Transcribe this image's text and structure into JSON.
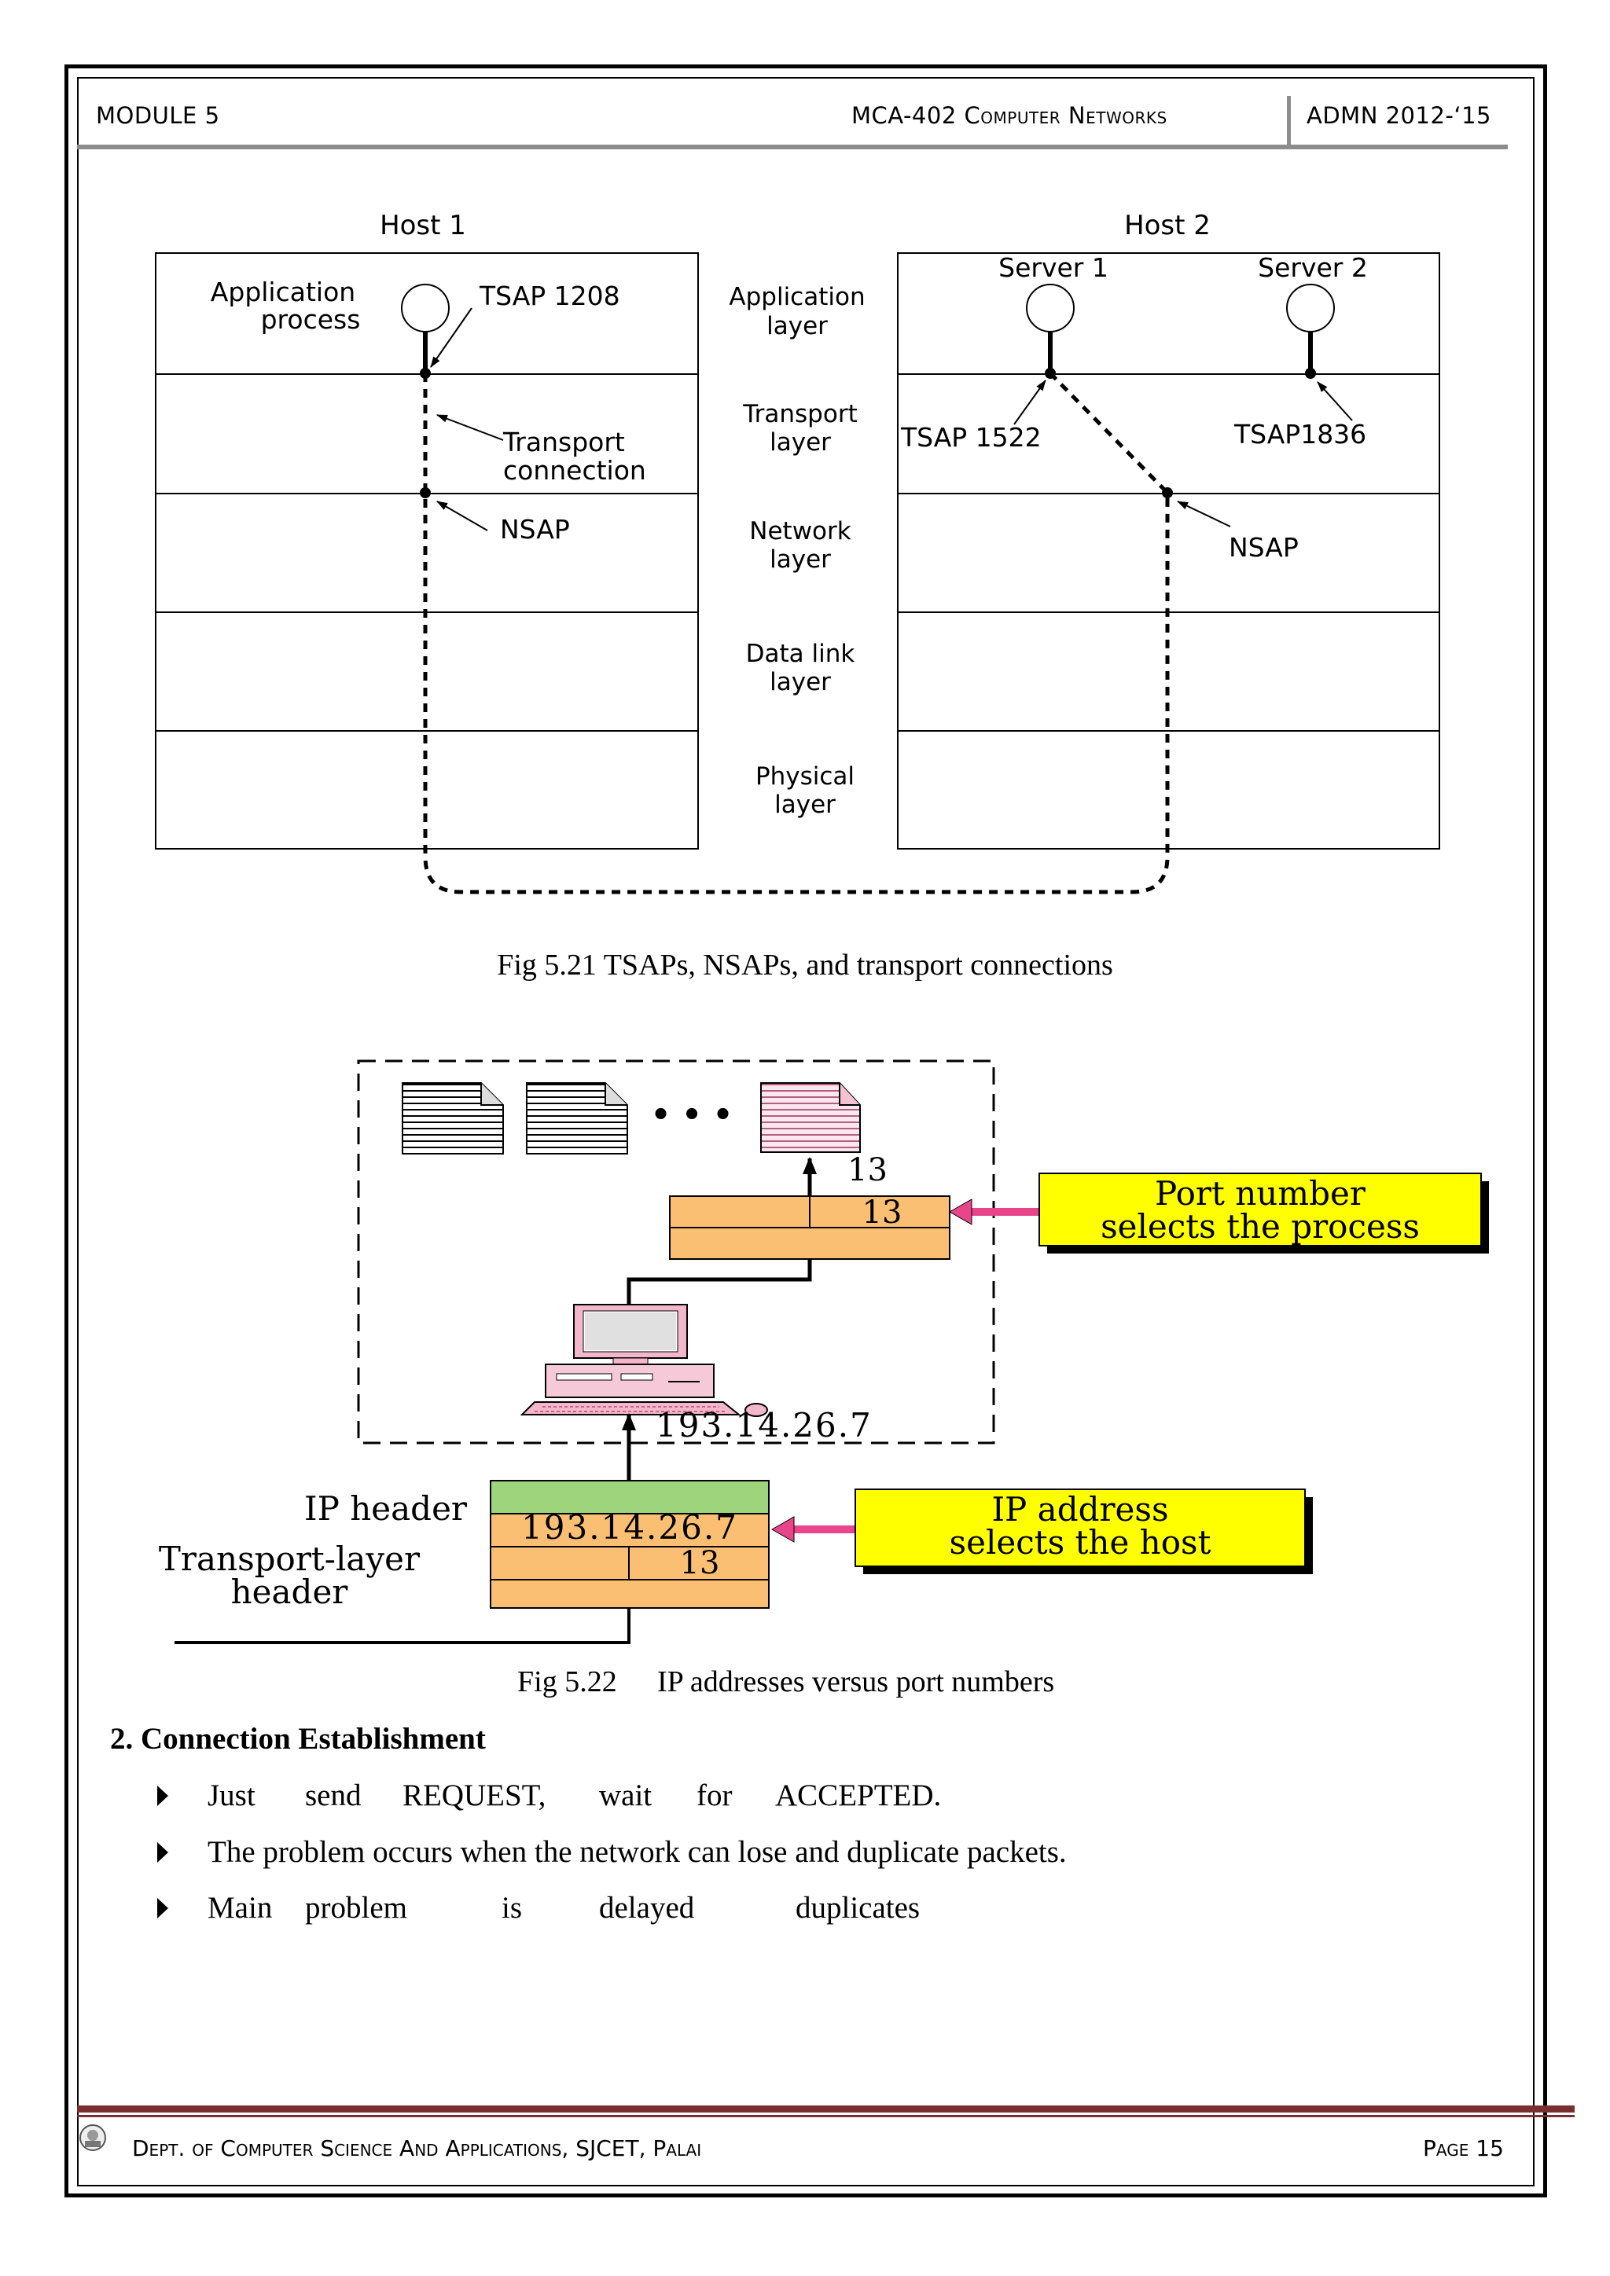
{
  "header": {
    "module": "MODULE 5",
    "course": "MCA-402 Computer Networks",
    "admn": "ADMN 2012-‘15"
  },
  "fig521": {
    "host1": "Host 1",
    "host2": "Host 2",
    "app_process_1": "Application",
    "app_process_2": "process",
    "tsap1208": "TSAP 1208",
    "transport_conn_1": "Transport",
    "transport_conn_2": "connection",
    "nsap_left": "NSAP",
    "server1": "Server 1",
    "server2": "Server 2",
    "tsap1522": "TSAP 1522",
    "tsap1836": "TSAP1836",
    "nsap_right": "NSAP",
    "layers": [
      [
        "Application",
        "layer"
      ],
      [
        "Transport",
        "layer"
      ],
      [
        "Network",
        "layer"
      ],
      [
        "Data link",
        "layer"
      ],
      [
        "Physical",
        "layer"
      ]
    ],
    "caption": "Fig 5.21 TSAPs, NSAPs, and transport connections"
  },
  "fig522": {
    "dots": "• • •",
    "port_top": "13",
    "port_box": "13",
    "port_callout_1": "Port number",
    "port_callout_2": "selects the process",
    "ip_under_pc": "193.14.26.7",
    "ip_header_label": "IP header",
    "transport_header_label_1": "Transport-layer",
    "transport_header_label_2": "header",
    "ip_box": "193.14.26.7",
    "port_box_bottom": "13",
    "ip_callout_1": "IP address",
    "ip_callout_2": "selects the host",
    "caption_fig": "Fig 5.22",
    "caption_text": "IP addresses versus port numbers",
    "colors": {
      "orange": "#fbbf73",
      "green": "#9ed47b",
      "yellow": "#ffff00",
      "pink": "#e8458b"
    }
  },
  "section": {
    "heading": "2. Connection Establishment",
    "bullet1": [
      "Just",
      "send",
      "REQUEST,",
      "wait",
      "for",
      "ACCEPTED."
    ],
    "bullet2": "The problem occurs when the network can lose and duplicate packets.",
    "bullet3": [
      "Main",
      "problem",
      "is",
      "delayed",
      "duplicates"
    ]
  },
  "footer": {
    "dept": "Dept. of Computer Science And Applications, SJCET, Palai",
    "page": "Page 15"
  }
}
